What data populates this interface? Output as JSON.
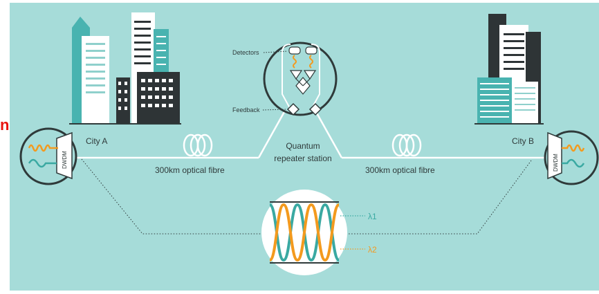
{
  "labels": {
    "left_fragment": "n",
    "city_a": "City A",
    "city_b": "City B",
    "detectors": "Detectors",
    "feedback": "Feedback",
    "station_line1": "Quantum",
    "station_line2": "repeater station",
    "fibre_left": "300km optical fibre",
    "fibre_right": "300km optical fibre",
    "lambda1": "λ1",
    "lambda2": "λ2",
    "dwdm": "DWDM"
  },
  "colors": {
    "background": "#a6dcd9",
    "outline": "#2f3a3a",
    "teal_building": "#49b3b0",
    "dark_building": "#2e3436",
    "orange_wave": "#f39a1e",
    "teal_wave": "#3aa9a2",
    "label_red": "#e8140f"
  }
}
